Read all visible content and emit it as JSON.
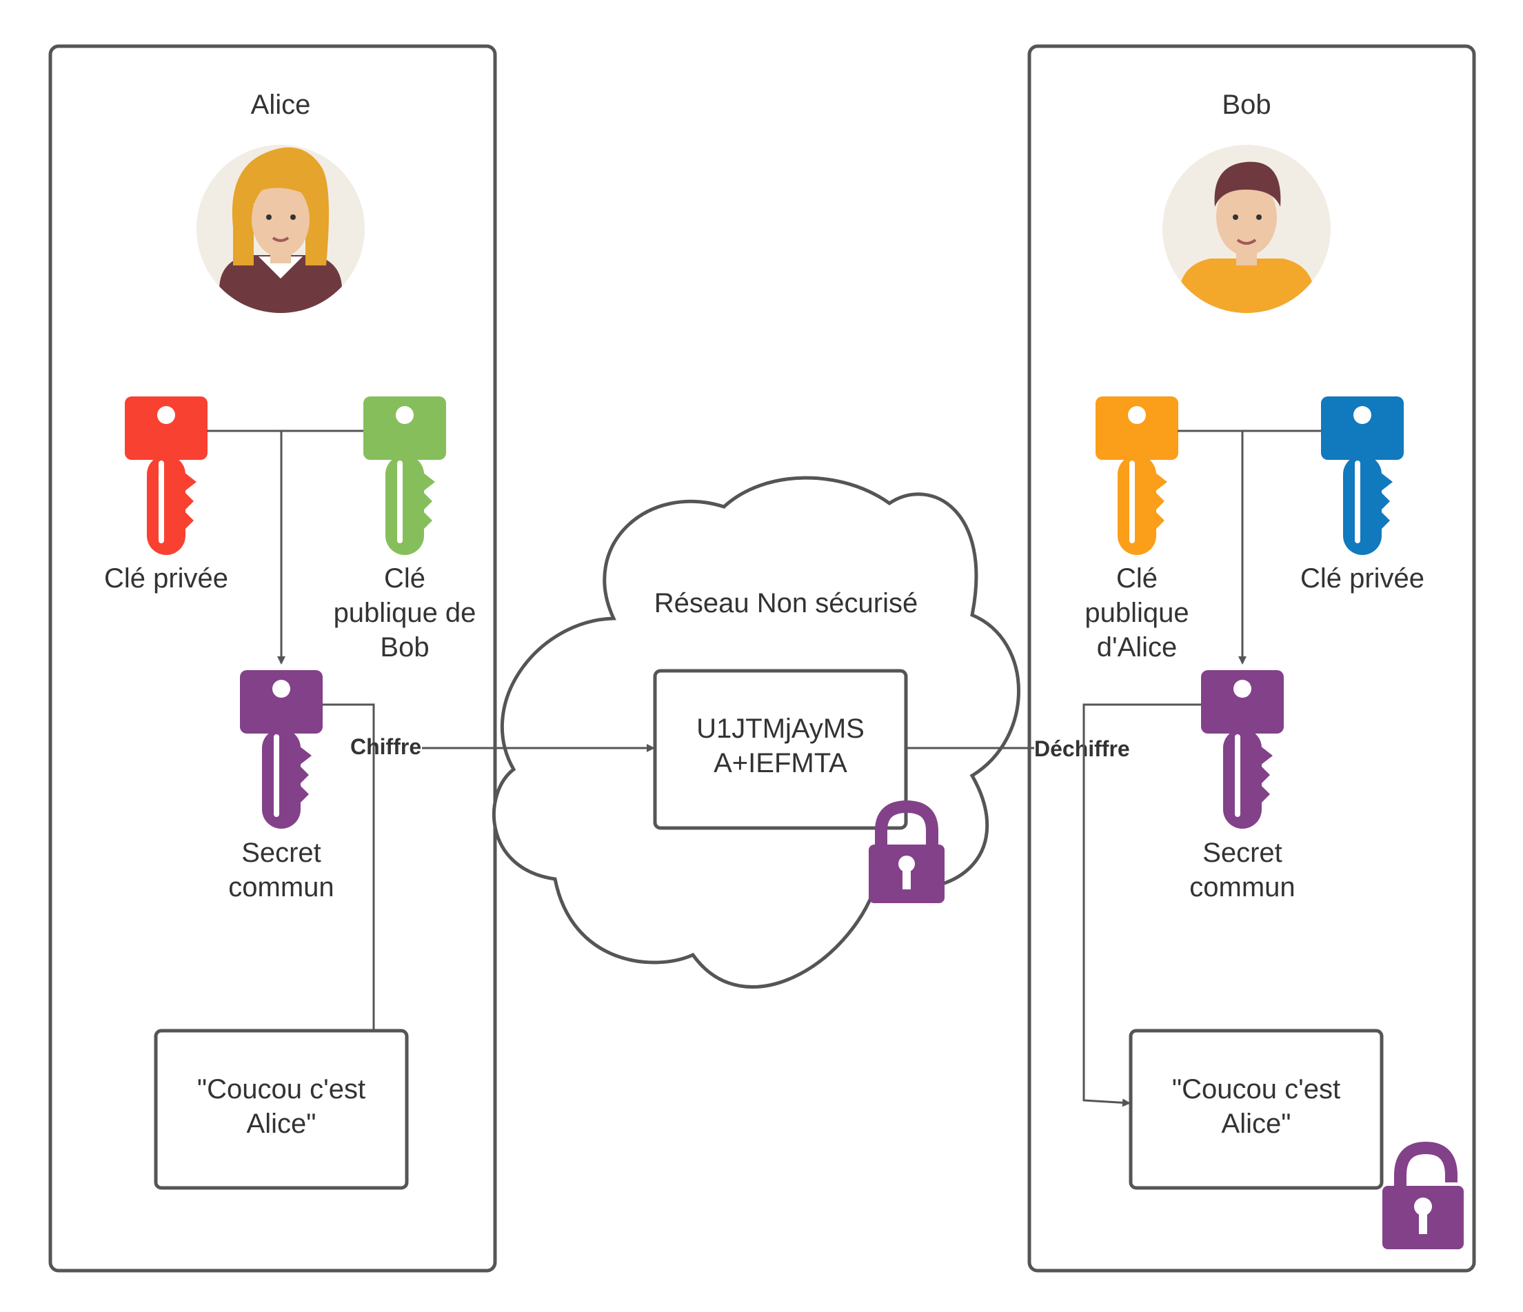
{
  "colors": {
    "alice_private_key": "#F94131",
    "bob_public_key": "#86BE5C",
    "alice_public_key": "#FB9E19",
    "bob_private_key": "#1179BD",
    "shared_secret": "#83418A",
    "lock": "#83418A",
    "border": "#555555",
    "text": "#333333"
  },
  "alice": {
    "name": "Alice",
    "private_key_label": "Clé privée",
    "other_public_key_label": [
      "Clé",
      "publique de",
      "Bob"
    ],
    "secret_label": [
      "Secret",
      "commun"
    ],
    "message": [
      "\"Coucou c'est",
      "Alice\""
    ],
    "encrypt_label": "Chiffre"
  },
  "network": {
    "label": "Réseau Non sécurisé",
    "ciphertext": [
      "U1JTMjAyMS",
      "A+IEFMTA"
    ]
  },
  "bob": {
    "name": "Bob",
    "other_public_key_label": [
      "Clé",
      "publique",
      "d'Alice"
    ],
    "private_key_label": "Clé privée",
    "secret_label": [
      "Secret",
      "commun"
    ],
    "message": [
      "\"Coucou c'est",
      "Alice\""
    ],
    "decrypt_label": "Déchiffre"
  },
  "icons": [
    "alice-avatar-icon",
    "bob-avatar-icon",
    "key-icon",
    "closed-padlock-icon",
    "open-padlock-icon",
    "cloud-icon"
  ]
}
